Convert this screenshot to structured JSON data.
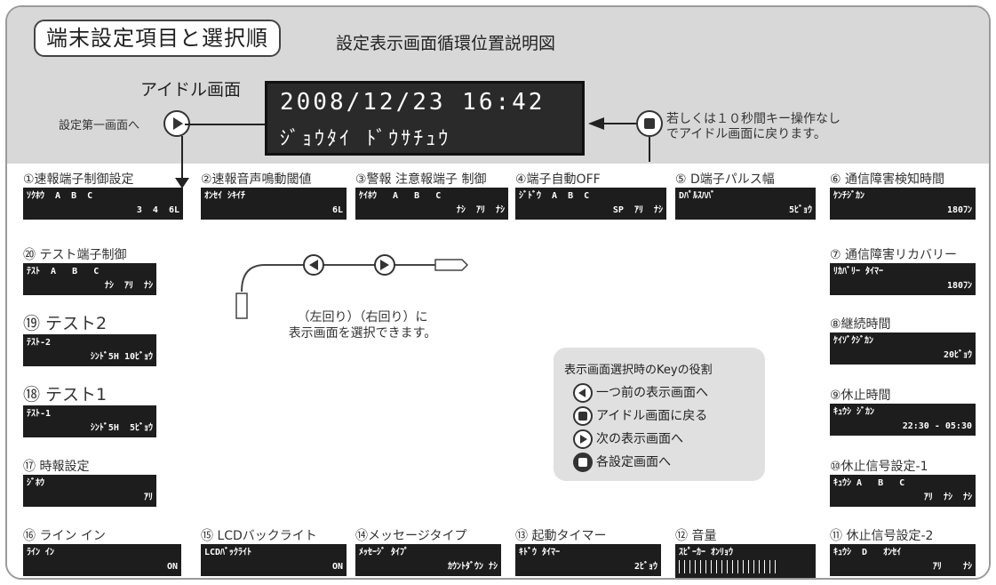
{
  "header": {
    "title": "端末設定項目と選択順",
    "subtitle": "設定表示画面循環位置説明図",
    "idle_label": "アイドル画面",
    "first_screen": "設定第一画面へ",
    "lcd_line1": "2008/12/23 16:42",
    "lcd_line2": "ｼﾞｮｳﾀｲ ﾄﾞｳｻﾁｭｳ",
    "note_line1": "若しくは１０秒間キー操作なし",
    "note_line2": "でアイドル画面に戻ります。"
  },
  "items": {
    "i1": {
      "label": "①速報端子制御設定",
      "r1": "ｿｸﾎｳ  A  B  C",
      "r2": "3  4  6L"
    },
    "i2": {
      "label": "②速報音声鳴動閾値",
      "r1": "ｵﾝｾｲ ｼｷｲﾁ",
      "r2": "6L"
    },
    "i3": {
      "label": "③警報 注意報端子 制御",
      "r1": "ｹｲﾎｳ   A   B   C",
      "r2": "ﾅｼ  ｱﾘ  ﾅｼ"
    },
    "i4": {
      "label": "④端子自動OFF",
      "r1": "ｼﾞﾄﾞｳ  A  B  C",
      "r2": "SP  ｱﾘ  ﾅｼ"
    },
    "i5": {
      "label": "⑤ D端子パルス幅",
      "r1": "Dﾊﾟﾙｽﾊﾊﾞ",
      "r2": "5ﾋﾞｮｳ"
    },
    "i6": {
      "label": "⑥ 通信障害検知時間",
      "r1": "ｹﾝﾁｼﾞｶﾝ",
      "r2": "180ﾌﾝ"
    },
    "i7": {
      "label": "⑦ 通信障害リカバリー",
      "r1": "ﾘｶﾊﾞﾘｰ ﾀｲﾏｰ",
      "r2": "180ﾌﾝ"
    },
    "i8": {
      "label": "⑧継続時間",
      "r1": "ｹｲｿﾞｸｼﾞｶﾝ",
      "r2": "20ﾋﾞｮｳ"
    },
    "i9": {
      "label": "⑨休止時間",
      "r1": "ｷｭｳｼ ｼﾞｶﾝ",
      "r2": "22:30 - 05:30"
    },
    "i10": {
      "label": "⑩休止信号設定-1",
      "r1": "ｷｭｳｼ A   B   C",
      "r2": "ｱﾘ  ﾅｼ  ﾅｼ"
    },
    "i11": {
      "label": "⑪ 休止信号設定-2",
      "r1": "ｷｭｳｼ  D   ｵﾝｾｲ",
      "r2": "ｱﾘ    ﾅｼ"
    },
    "i12": {
      "label": "⑫ 音量",
      "r1": "ｽﾋﾟｰｶｰ ｵﾝﾘｮｳ"
    },
    "i13": {
      "label": "⑬ 起動タイマー",
      "r1": "ｷﾄﾞｳ ﾀｲﾏｰ",
      "r2": "2ﾋﾞｮｳ"
    },
    "i14": {
      "label": "⑭メッセージタイプ",
      "r1": "ﾒｯｾｰｼﾞ ﾀｲﾌﾟ",
      "r2": "ｶｳﾝﾄﾀﾞｳﾝ ﾅｼ"
    },
    "i15": {
      "label": "⑮ LCDバックライト",
      "r1": "LCDﾊﾞｯｸﾗｲﾄ",
      "r2": "ON"
    },
    "i16": {
      "label": "⑯ ライン イン",
      "r1": "ﾗｲﾝ ｲﾝ",
      "r2": "ON"
    },
    "i17": {
      "label": "⑰ 時報設定",
      "r1": "ｼﾞﾎｳ",
      "r2": "ｱﾘ"
    },
    "i18": {
      "label": "⑱ テスト1",
      "r1": "ﾃｽﾄ-1",
      "r2": "ｼﾝﾄﾞ5H  5ﾋﾞｮｳ"
    },
    "i19": {
      "label": "⑲ テスト2",
      "r1": "ﾃｽﾄ-2",
      "r2": "ｼﾝﾄﾞ5H 10ﾋﾞｮｳ"
    },
    "i20": {
      "label": "⑳ テスト端子制御",
      "r1": "ﾃｽﾄ  A   B   C",
      "r2": "ﾅｼ  ｱﾘ  ﾅｼ"
    }
  },
  "nav": {
    "line1": "（左回り）（右回り）に",
    "line2": "表示画面を選択できます。"
  },
  "keys": {
    "title": "表示画面選択時のKeyの役割",
    "k1": "一つ前の表示画面へ",
    "k2": "アイドル画面に戻る",
    "k3": "次の表示画面へ",
    "k4": "各設定画面へ"
  }
}
